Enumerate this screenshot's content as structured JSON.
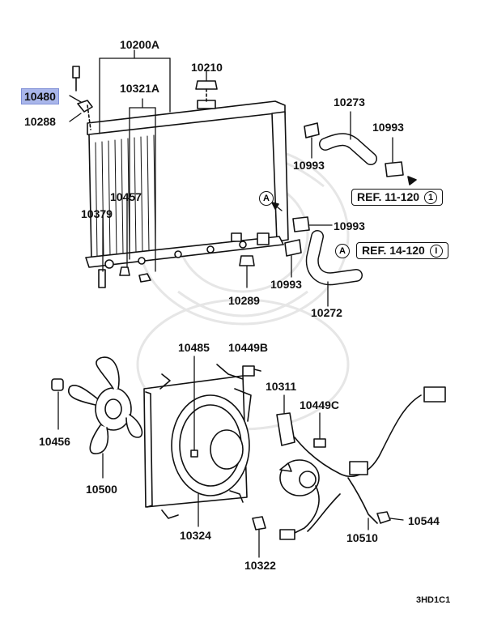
{
  "labels": {
    "p10200A": "10200A",
    "p10210": "10210",
    "p10321A": "10321A",
    "p10480": "10480",
    "p10288": "10288",
    "p10457": "10457",
    "p10379": "10379",
    "p10273": "10273",
    "p10993_a": "10993",
    "p10993_b": "10993",
    "p10993_c": "10993",
    "p10993_d": "10993",
    "p10289": "10289",
    "p10272": "10272",
    "p10485": "10485",
    "p10449B": "10449B",
    "p10311": "10311",
    "p10449C": "10449C",
    "p10456": "10456",
    "p10500": "10500",
    "p10324": "10324",
    "p10510": "10510",
    "p10544": "10544",
    "p10322": "10322"
  },
  "refs": {
    "ref1_text": "REF. 11-120",
    "ref1_circle": "1",
    "ref2_text": "REF. 14-120",
    "ref2_circle": "I"
  },
  "markers": {
    "arrow_a1": "A",
    "arrow_a2": "A"
  },
  "diagram_code": "3HD1C1",
  "colors": {
    "highlight": "#a9b6ea",
    "line": "#111111",
    "watermark": "#e4e4e4"
  }
}
